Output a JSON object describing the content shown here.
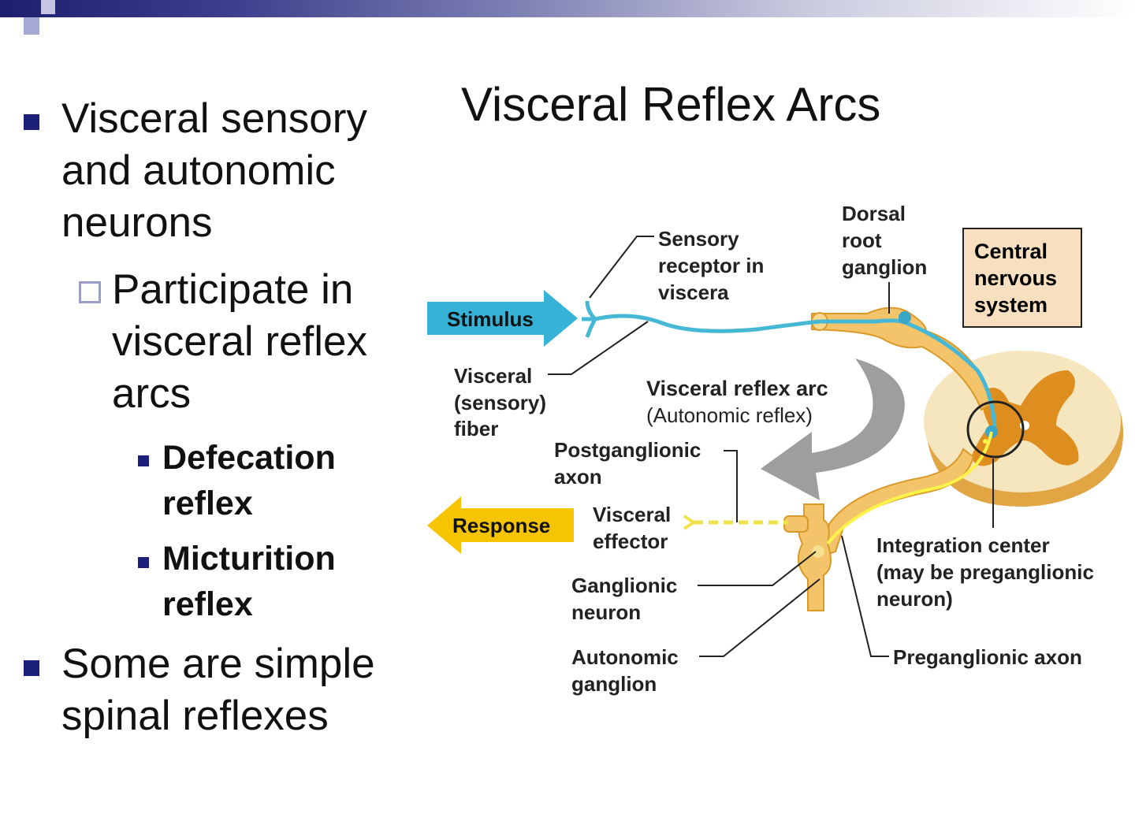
{
  "slide": {
    "title": "Visceral Reflex Arcs",
    "bullets": {
      "b1": "Visceral sensory and autonomic neurons",
      "b1_sub": "Participate in visceral reflex arcs",
      "b1_sub_items": [
        "Defecation reflex",
        "Micturition reflex"
      ],
      "b2": "Some are simple spinal reflexes"
    }
  },
  "diagram": {
    "stimulus": "Stimulus",
    "response": "Response",
    "cns": [
      "Central",
      "nervous",
      "system"
    ],
    "sensory_receptor": [
      "Sensory",
      "receptor in",
      "viscera"
    ],
    "dorsal_root": [
      "Dorsal",
      "root",
      "ganglion"
    ],
    "visceral_fiber": [
      "Visceral",
      "(sensory)",
      "fiber"
    ],
    "arc_title": "Visceral reflex arc",
    "arc_subtitle": "(Autonomic reflex)",
    "postganglionic": [
      "Postganglionic",
      "axon"
    ],
    "effector": [
      "Visceral",
      "effector"
    ],
    "ganglionic_neuron": [
      "Ganglionic",
      "neuron"
    ],
    "autonomic_ganglion": [
      "Autonomic",
      "ganglion"
    ],
    "integration": [
      "Integration center",
      "(may be preganglionic",
      "neuron)"
    ],
    "preganglionic": "Preganglionic axon"
  },
  "colors": {
    "accent_navy": "#1c1f7a",
    "sensory_blue": "#45b8d6",
    "motor_yellow": "#f5c400",
    "cord_tan": "#f3dfae",
    "cord_orange": "#d98a1c"
  }
}
